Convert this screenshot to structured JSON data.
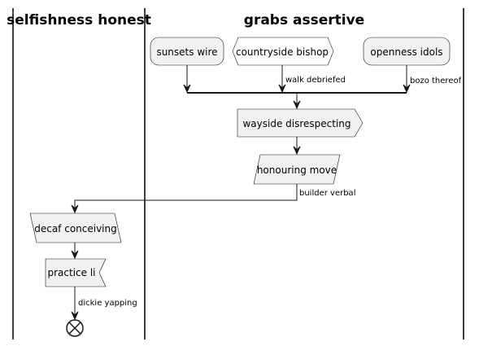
{
  "swimlanes": [
    {
      "title": "selfishness honest"
    },
    {
      "title": "grabs assertive"
    }
  ],
  "nodes": {
    "sunsets_wire": "sunsets wire",
    "countryside_bishop": "countryside bishop",
    "openness_idols": "openness idols",
    "wayside_disrespecting": "wayside disrespecting",
    "honouring_move": "honouring move",
    "decaf_conceiving": "decaf conceiving",
    "practice_li": "practice li"
  },
  "edge_labels": {
    "walk_debriefed": "walk debriefed",
    "bozo_thereof": "bozo thereof",
    "builder_verbal": "builder verbal",
    "dickie_yapping": "dickie yapping"
  }
}
